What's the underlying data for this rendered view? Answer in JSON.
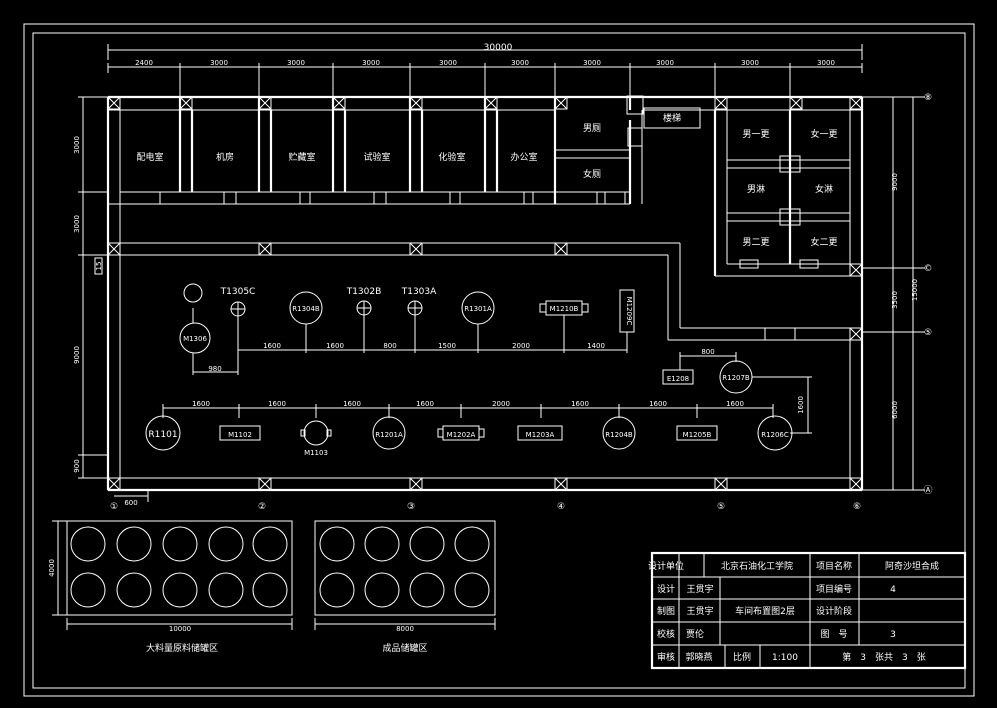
{
  "overall_dim": "30000",
  "top_dims": [
    "2400",
    "3000",
    "3000",
    "3000",
    "3000",
    "3000",
    "3000",
    "3000",
    "3000",
    "3000"
  ],
  "rooms": [
    "配电室",
    "机房",
    "贮藏室",
    "试验室",
    "化验室",
    "办公室",
    "男厕",
    "女厕",
    "楼梯",
    "男一更",
    "女一更",
    "男淋",
    "女淋",
    "男二更",
    "女二更"
  ],
  "left_dims": [
    "3000",
    "3000",
    "9000",
    "900"
  ],
  "right_dims": [
    "9000",
    "15000",
    "3500",
    "6000"
  ],
  "axis_rows": [
    "⑧",
    "©",
    "⑤",
    "Ⓐ"
  ],
  "axis_cols": [
    "①",
    "②",
    "③",
    "④",
    "⑤",
    "⑥"
  ],
  "bottom_dim": "600",
  "small_dim_left": "15",
  "equipment_upper": [
    "M1306",
    "T1305C",
    "R1304B",
    "T1302B",
    "T1303A",
    "R1301A",
    "M1210B",
    "M1209C"
  ],
  "upper_dims": [
    "980",
    "1600",
    "1600",
    "800",
    "1500",
    "2000",
    "1400"
  ],
  "equipment_right": [
    "E1208",
    "R1207B"
  ],
  "right_eq_dims": [
    "800",
    "1600"
  ],
  "equipment_lower": [
    "R1101",
    "M1102",
    "M1103",
    "R1201A",
    "M1202A",
    "M1203A",
    "R1204B",
    "M1205B",
    "R1206C"
  ],
  "lower_dims": [
    "1600",
    "1600",
    "1600",
    "1600",
    "2000",
    "1600",
    "1600",
    "1600"
  ],
  "storage_left": {
    "width": "10000",
    "height": "4000",
    "label": "大料量原料储罐区"
  },
  "storage_right": {
    "width": "8000",
    "label": "成品储罐区"
  },
  "title_block": {
    "design_unit_label": "设计单位",
    "design_unit": "北京石油化工学院",
    "project_name_label": "项目名称",
    "project_name": "阿奇沙坦合成",
    "design_label": "设计",
    "designer": "王贯宇",
    "project_no_label": "项目编号",
    "project_no": "4",
    "draw_label": "制图",
    "drawer": "王贯宇",
    "drawing_title": "车间布置图2层",
    "stage_label": "设计阶段",
    "stage": "",
    "check_label": "校核",
    "checker": "贾伦",
    "figno_label": "图　号",
    "figno": "3",
    "review_label": "审核",
    "reviewer": "郭晓燕",
    "scale_label": "比例",
    "scale": "1:100",
    "sheet_text": "第　3　张共　3　张"
  }
}
